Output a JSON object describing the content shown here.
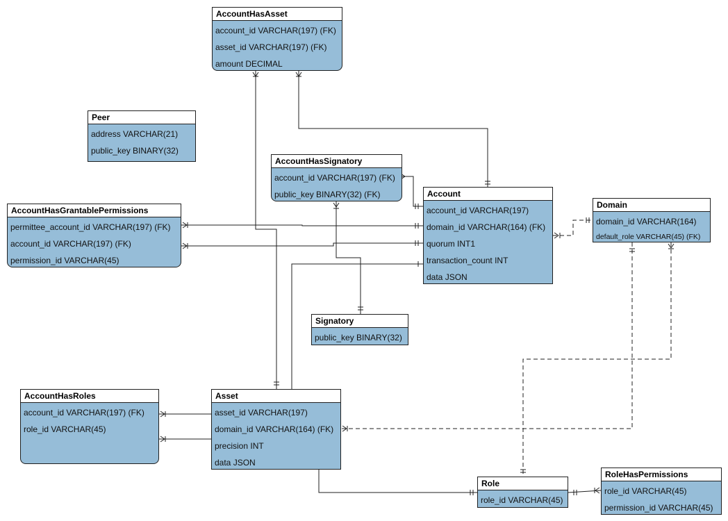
{
  "diagram": {
    "entities": {
      "account_has_asset": {
        "name": "AccountHasAsset",
        "attributes": [
          "account_id VARCHAR(197) (FK)",
          "asset_id VARCHAR(197) (FK)",
          "amount DECIMAL"
        ]
      },
      "peer": {
        "name": "Peer",
        "attributes": [
          "address VARCHAR(21)",
          "public_key BINARY(32)"
        ]
      },
      "account_has_signatory": {
        "name": "AccountHasSignatory",
        "attributes": [
          "account_id VARCHAR(197) (FK)",
          "public_key BINARY(32) (FK)"
        ]
      },
      "account": {
        "name": "Account",
        "attributes": [
          "account_id VARCHAR(197)",
          "domain_id VARCHAR(164) (FK)",
          "quorum INT1",
          "transaction_count INT",
          "data JSON"
        ]
      },
      "domain": {
        "name": "Domain",
        "attributes": [
          "domain_id VARCHAR(164)",
          "default_role VARCHAR(45) (FK)"
        ]
      },
      "account_has_grantable_permissions": {
        "name": "AccountHasGrantablePermissions",
        "attributes": [
          "permittee_account_id VARCHAR(197) (FK)",
          "account_id VARCHAR(197) (FK)",
          "permission_id VARCHAR(45)"
        ]
      },
      "signatory": {
        "name": "Signatory",
        "attributes": [
          "public_key BINARY(32)"
        ]
      },
      "account_has_roles": {
        "name": "AccountHasRoles",
        "attributes": [
          "account_id VARCHAR(197) (FK)",
          "role_id VARCHAR(45)"
        ]
      },
      "asset": {
        "name": "Asset",
        "attributes": [
          "asset_id VARCHAR(197)",
          "domain_id VARCHAR(164) (FK)",
          "precision INT",
          "data JSON"
        ]
      },
      "role": {
        "name": "Role",
        "attributes": [
          "role_id VARCHAR(45)"
        ]
      },
      "role_has_permissions": {
        "name": "RoleHasPermissions",
        "attributes": [
          "role_id VARCHAR(45)",
          "permission_id VARCHAR(45)"
        ]
      }
    },
    "colors": {
      "entity_fill": "#96bdd8",
      "header_fill": "#ffffff",
      "line": "#1f1f1f"
    }
  }
}
